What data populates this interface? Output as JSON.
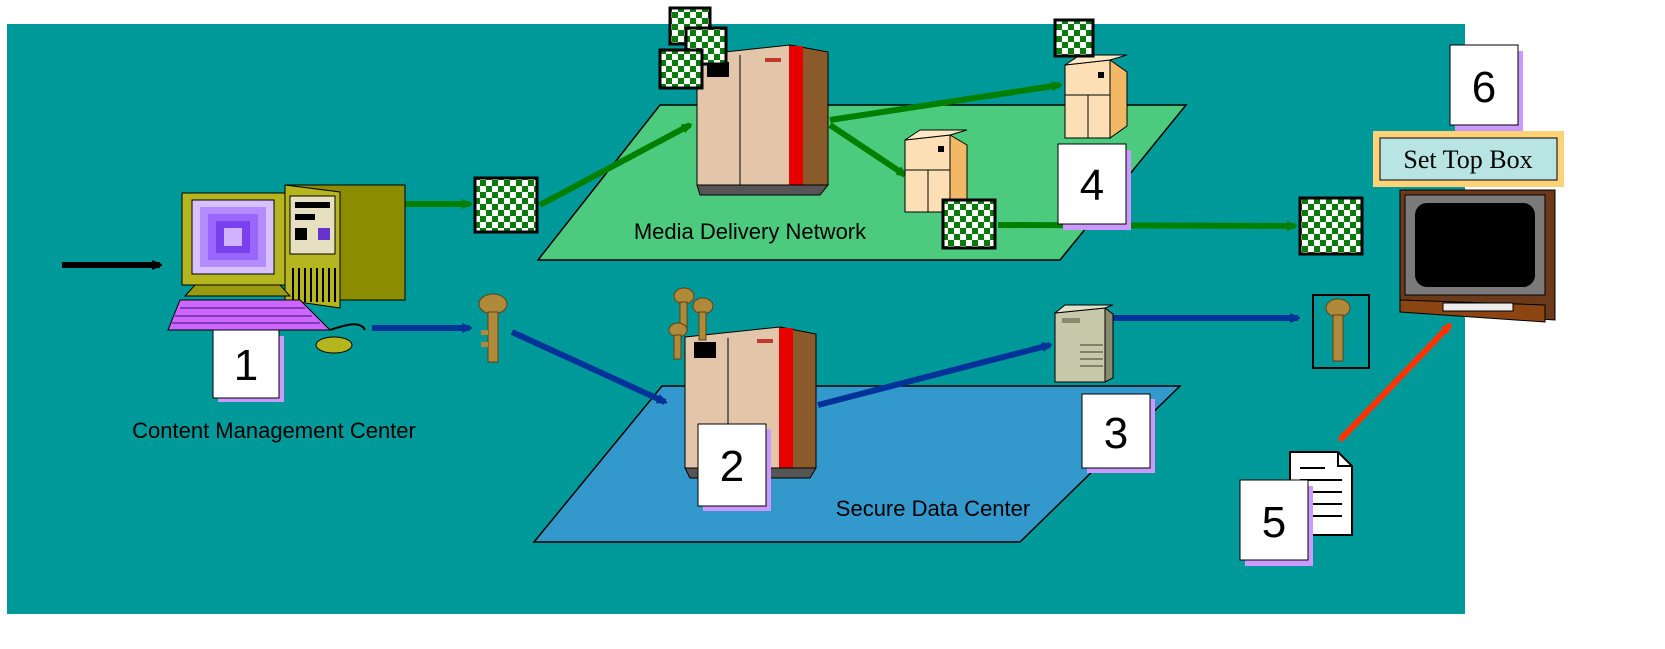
{
  "diagram": {
    "labels": {
      "content_management_center": "Content Management Center",
      "media_delivery_network": "Media Delivery Network",
      "secure_data_center": "Secure Data Center",
      "set_top_box": "Set Top Box"
    },
    "steps": [
      "1",
      "2",
      "3",
      "4",
      "5",
      "6"
    ],
    "colors": {
      "background": "#009999",
      "media_network_plane": "#4CCB7E",
      "secure_plane": "#3399CC",
      "content_arrow": "#008000",
      "key_arrow": "#003399",
      "request_arrow": "#FF3300",
      "input_arrow": "#000000",
      "server_body": "#E3C6AA",
      "server_stripe": "#E60000",
      "set_top_box_fill": "#B8E4E4",
      "set_top_box_border": "#FFD278"
    },
    "icons": [
      "computer-icon",
      "server-icon",
      "edge-server-icon",
      "key-icon",
      "checker-content-icon",
      "document-icon",
      "television-icon"
    ]
  }
}
